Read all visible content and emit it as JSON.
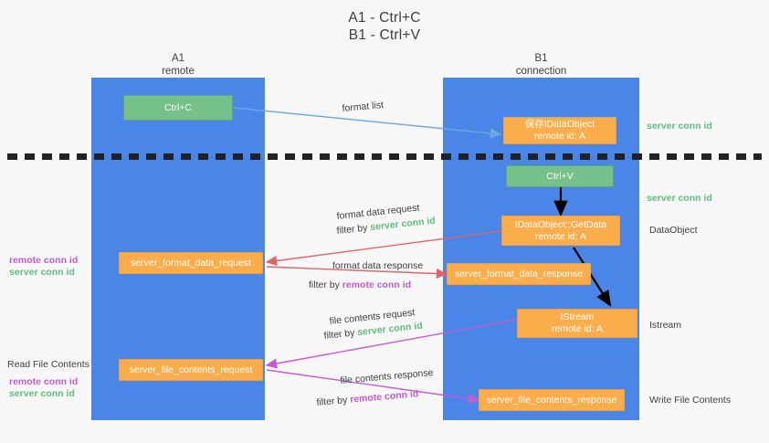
{
  "title": {
    "line1": "A1 - Ctrl+C",
    "line2": "B1 - Ctrl+V"
  },
  "lanes": [
    {
      "id": "a1",
      "name": "A1",
      "role": "remote",
      "color": "#4a86e8"
    },
    {
      "id": "b1",
      "name": "B1",
      "role": "connection",
      "color": "#4a86e8"
    }
  ],
  "colors": {
    "lane": "#4a86e8",
    "green_box": "#76c08a",
    "orange_box": "#fbad4b",
    "server_conn_id": "#5fbd7e",
    "remote_conn_id": "#c55ad1",
    "arrow_blue": "#6fa8dc",
    "arrow_red": "#e06666",
    "arrow_purple": "#c55ad1",
    "arrow_black": "#000000",
    "divider": "#222222",
    "background": "#f7f7f7"
  },
  "boxes": {
    "ctrl_c": {
      "label": "Ctrl+C"
    },
    "save_idataobject": {
      "line1": "保存IDataObject",
      "line2": "remote id: A"
    },
    "ctrl_v": {
      "label": "Ctrl+V"
    },
    "getdata": {
      "line1": "IDataObject::GetData",
      "line2": "remote id: A"
    },
    "istream": {
      "line1": "IStream",
      "line2": "remote id: A"
    },
    "server_format_data_request": {
      "label": "server_format_data_request"
    },
    "server_format_data_response": {
      "label": "server_format_data_response"
    },
    "server_file_contents_request": {
      "label": "server_file_contents_request"
    },
    "server_file_contents_response": {
      "label": "server_file_contents_response"
    }
  },
  "edge_labels": {
    "format_list": "format list",
    "format_data_request": "format data request",
    "format_data_request_filter_prefix": "filter by ",
    "format_data_request_filter_key": "server conn id",
    "format_data_response": "format data response",
    "format_data_response_filter_prefix": "filter by ",
    "format_data_response_filter_key": "remote conn id",
    "file_contents_request": "file contents request",
    "file_contents_request_filter_prefix": "filter by ",
    "file_contents_request_filter_key": "server conn id",
    "file_contents_response": "file contents response",
    "file_contents_response_filter_prefix": "filter by ",
    "file_contents_response_filter_key": "remote conn id"
  },
  "right_notes": {
    "server_conn_id_top": "server conn id",
    "server_conn_id_mid": "server conn id",
    "dataobject": "DataObject",
    "istream": "Istream",
    "write_file_contents": "Write File Contents"
  },
  "left_notes": {
    "remote_conn_id_1": "remote conn id",
    "server_conn_id_1": "server conn id",
    "read_file_contents": "Read File Contents",
    "remote_conn_id_2": "remote conn id",
    "server_conn_id_2": "server conn id"
  }
}
